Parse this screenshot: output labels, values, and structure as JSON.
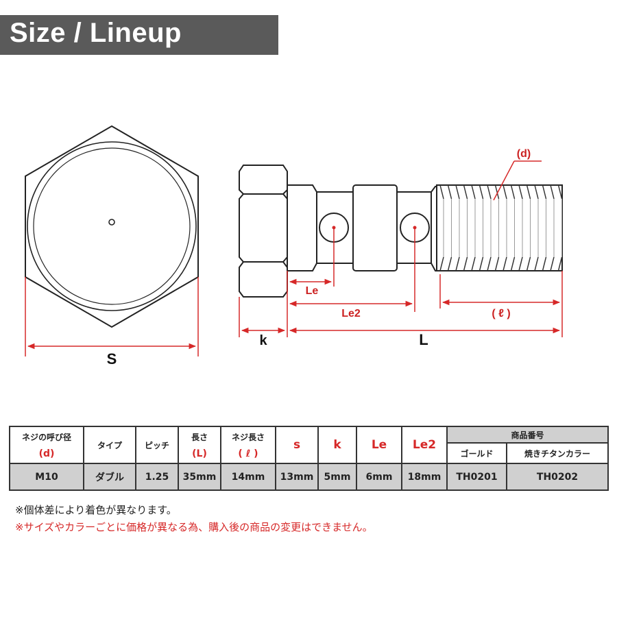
{
  "header": {
    "title": "Size / Lineup"
  },
  "diagram": {
    "labels": {
      "s": "S",
      "k": "k",
      "L": "L",
      "Le": "Le",
      "Le2": "Le2",
      "thread_len": "( ℓ )",
      "d": "(d)"
    }
  },
  "table": {
    "headers": {
      "d_top": "ネジの呼び径",
      "d_bottom": "(d)",
      "type": "タイプ",
      "pitch": "ピッチ",
      "length_top": "長さ",
      "length_bottom": "(L)",
      "thread_top": "ネジ長さ",
      "thread_bottom": "( ℓ )",
      "s": "s",
      "k": "k",
      "le": "Le",
      "le2": "Le2",
      "product_number": "商品番号",
      "gold": "ゴールド",
      "burnt": "焼きチタンカラー"
    },
    "rows": [
      {
        "d": "M10",
        "type": "ダブル",
        "pitch": "1.25",
        "length": "35mm",
        "thread": "14mm",
        "s": "13mm",
        "k": "5mm",
        "le": "6mm",
        "le2": "18mm",
        "gold": "TH0201",
        "burnt": "TH0202"
      }
    ]
  },
  "notes": {
    "line1": "※個体差により着色が異なります。",
    "line2": "※サイズやカラーごとに価格が異なる為、購入後の商品の変更はできません。"
  },
  "colors": {
    "accent": "#d62828",
    "banner": "#5a5a5a",
    "table_header_grey": "#d0d0d0"
  }
}
